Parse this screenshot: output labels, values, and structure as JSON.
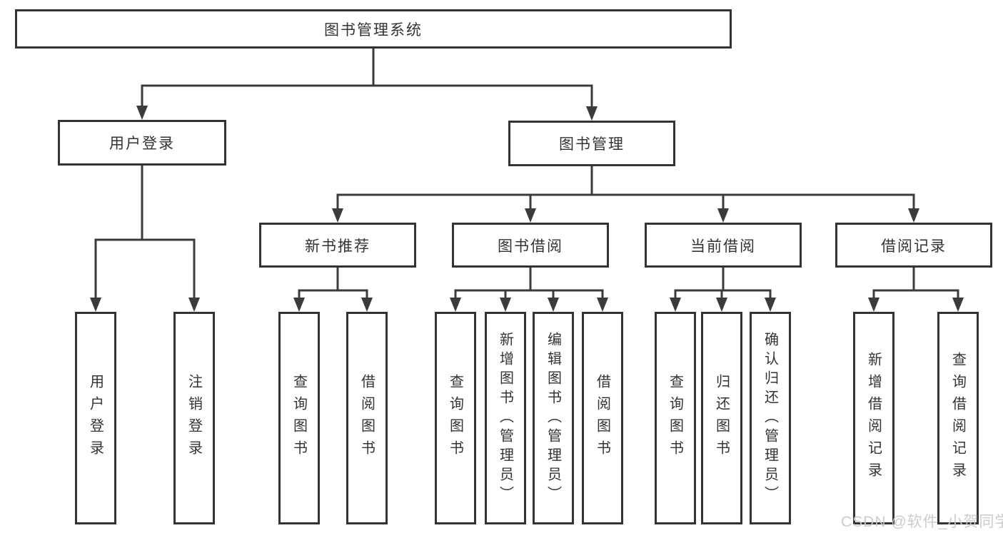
{
  "title": "图书管理系统",
  "watermark": "CSDN @软件_小贺同学",
  "colors": {
    "line": "#3b3b3b",
    "box_border": "#333333",
    "box_fill": "#ffffff",
    "text": "#333333",
    "watermark": "#c9c9c9"
  },
  "tree": {
    "root": {
      "label": "图书管理系统"
    },
    "branches": [
      {
        "label": "用户登录",
        "children": [
          {
            "label": "用户登录"
          },
          {
            "label": "注销登录"
          }
        ]
      },
      {
        "label": "图书管理",
        "children": [
          {
            "label": "新书推荐",
            "children": [
              {
                "label": "查询图书"
              },
              {
                "label": "借阅图书"
              }
            ]
          },
          {
            "label": "图书借阅",
            "children": [
              {
                "label": "查询图书"
              },
              {
                "label": "新增图书（管理员）"
              },
              {
                "label": "编辑图书（管理员）"
              },
              {
                "label": "借阅图书"
              }
            ]
          },
          {
            "label": "当前借阅",
            "children": [
              {
                "label": "查询图书"
              },
              {
                "label": "归还图书"
              },
              {
                "label": "确认归还（管理员）"
              }
            ]
          },
          {
            "label": "借阅记录",
            "children": [
              {
                "label": "新增借阅记录"
              },
              {
                "label": "查询借阅记录"
              }
            ]
          }
        ]
      }
    ]
  }
}
